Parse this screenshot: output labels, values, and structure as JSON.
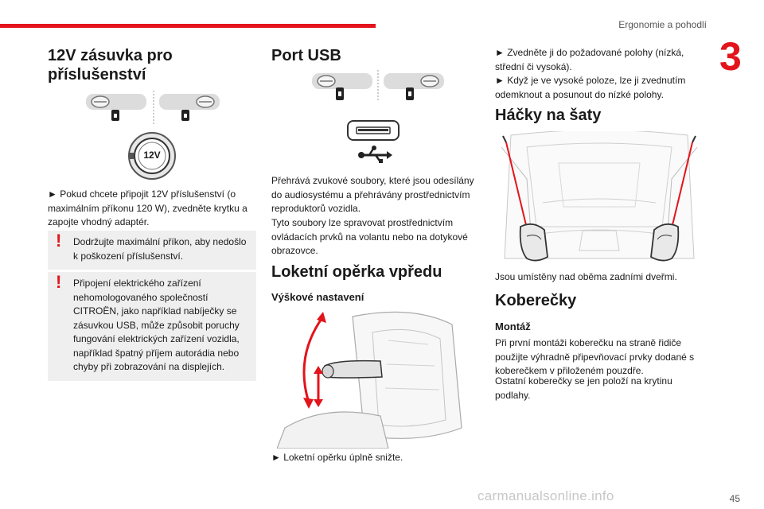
{
  "header": {
    "title": "Ergonomie a pohodlí",
    "chapter": "3",
    "accent_color": "#e3141b"
  },
  "col1": {
    "heading": "12V zásuvka pro příslušenství",
    "socket_label": "12V",
    "bullet": "► Pokud chcete připojit 12V příslušenství (o maximálním příkonu 120 W), zvedněte krytku a zapojte vhodný adaptér.",
    "warning1": "Dodržujte maximální příkon, aby nedošlo k poškození příslušenství.",
    "warning2": "Připojení elektrického zařízení nehomologovaného společností CITROËN, jako například nabíječky se zásuvkou USB, může způsobit poruchy fungování elektrických zařízení vozidla, například špatný příjem autorádia nebo chyby při zobrazování na displejích."
  },
  "col2": {
    "heading_usb": "Port USB",
    "usb_text1": "Přehrává zvukové soubory, které jsou odesílány do audiosystému a přehrávány prostřednictvím reproduktorů vozidla.",
    "usb_text2": "Tyto soubory lze spravovat prostřednictvím ovládacích prvků na volantu nebo na dotykové obrazovce.",
    "heading_armrest": "Loketní opěrka vpředu",
    "subheading_height": "Výškové nastavení",
    "armrest_bullet": "► Loketní opěrku úplně snižte."
  },
  "col3": {
    "raise_text": "► Zvedněte ji do požadované polohy (nízká, střední či vysoká).",
    "lower_text": "► Když je ve vysoké poloze, lze ji zvednutím odemknout a posunout do nízké polohy.",
    "heading_hooks": "Háčky na šaty",
    "hooks_text": "Jsou umístěny nad oběma zadními dveřmi.",
    "heading_mats": "Koberečky",
    "subheading_mount": "Montáž",
    "mats_text1": "Při první montáži koberečku na straně řidiče použijte výhradně připevňovací prvky dodané s koberečkem v přiloženém pouzdře.",
    "mats_text2": "Ostatní koberečky se jen položí na krytinu podlahy."
  },
  "footer": {
    "page": "45",
    "watermark": "carmanualsonline.info"
  }
}
